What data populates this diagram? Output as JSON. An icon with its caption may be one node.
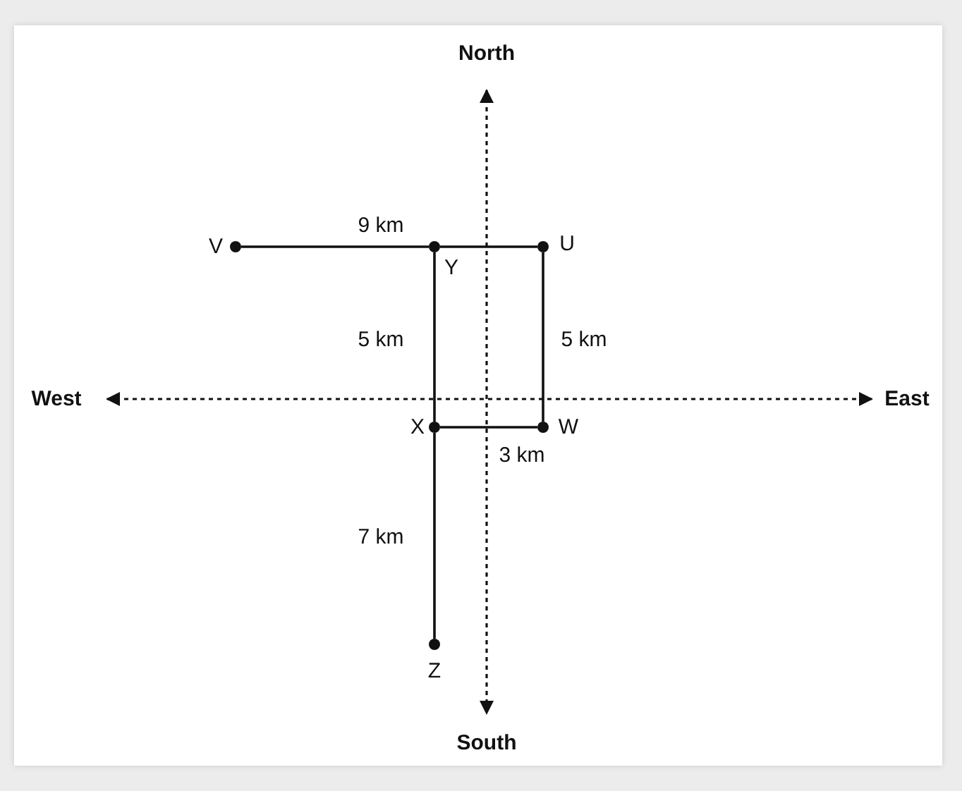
{
  "diagram": {
    "nodes": [
      {
        "text": [],
        "shape": "circle",
        "beside": [
          "V"
        ]
      },
      {
        "text": [],
        "shape": "circle",
        "beside": [
          "Y"
        ]
      },
      {
        "text": [],
        "shape": "circle",
        "beside": [
          "U"
        ]
      },
      {
        "text": [],
        "shape": "circle",
        "beside": [
          "W"
        ]
      },
      {
        "text": [],
        "shape": "circle",
        "beside": [
          "X"
        ]
      },
      {
        "text": [],
        "shape": "circle",
        "beside": [
          "Z"
        ]
      }
    ],
    "edges": [
      {
        "from": 0,
        "to": 1,
        "arrow": "none",
        "label": "9 km"
      },
      {
        "from": 1,
        "to": 2,
        "arrow": "none"
      },
      {
        "from": 1,
        "to": 4,
        "arrow": "none",
        "label": "5 km"
      },
      {
        "from": 2,
        "to": 3,
        "arrow": "none",
        "label": "5 km"
      },
      {
        "from": 4,
        "to": 3,
        "arrow": "none",
        "label": "3 km"
      },
      {
        "from": 4,
        "to": 5,
        "arrow": "none",
        "label": "7 km"
      }
    ],
    "labels": [
      "North",
      "West",
      "East",
      "South"
    ]
  }
}
